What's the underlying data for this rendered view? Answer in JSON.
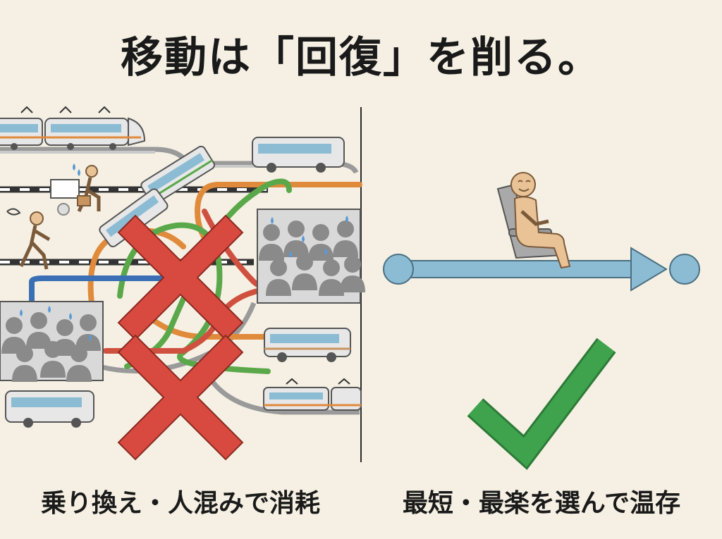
{
  "title": "移動は「回復」を削る。",
  "left_panel": {
    "caption": "乗り換え・人混みで消耗"
  },
  "right_panel": {
    "caption": "最短・最楽を選んで温存"
  },
  "colors": {
    "background": "#f5f0e3",
    "cross_mark": "#d84a3f",
    "check_mark": "#3fa34d",
    "route_arrow": "#8cbcd4",
    "route_line_orange": "#e08a3c",
    "route_line_green": "#5aa84a",
    "route_line_blue": "#3a6fb5",
    "route_line_red": "#d0503f"
  },
  "icons": [
    "train-icon",
    "bus-icon",
    "crowd-icon",
    "walking-person-icon",
    "seated-person-icon",
    "cross-mark-icon",
    "check-mark-icon",
    "route-arrow-icon"
  ]
}
